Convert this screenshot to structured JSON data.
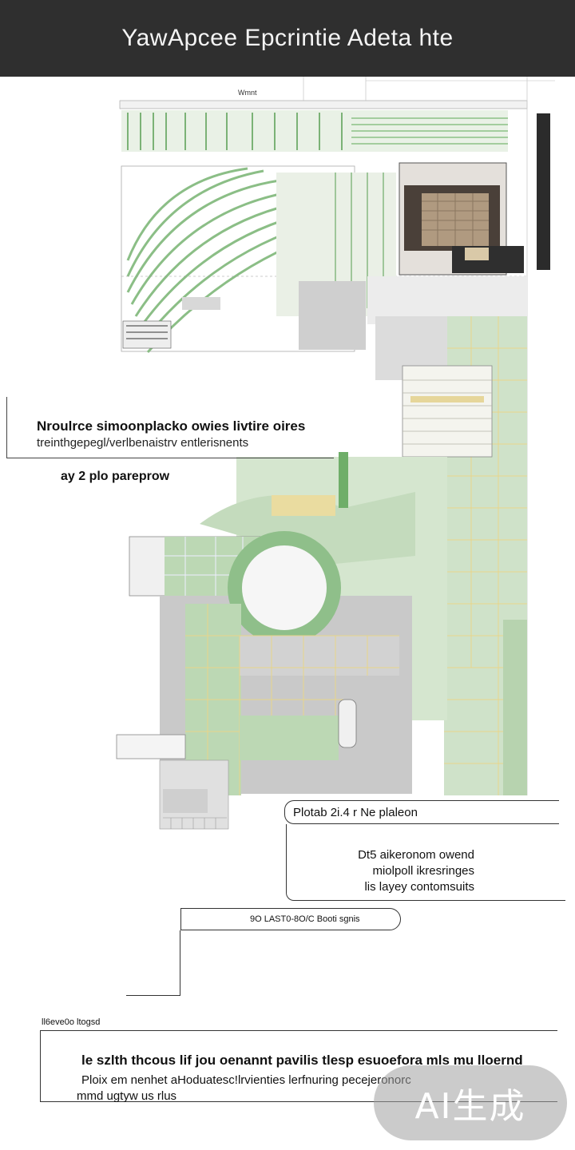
{
  "header": {
    "title": "YawApcee  Epcrintie Adeta hte"
  },
  "plan": {
    "top_label": "Wmnt"
  },
  "callout1": {
    "title": "Nroulrce simoonplacko owies livtire oires",
    "subtitle": "treinthgepegl/verlbenaistrv entlerisnents",
    "note": "ay 2  plo pareprow"
  },
  "callout2": {
    "label": "Plotab 2i.4 r Ne plaleon",
    "lines": [
      "Dt5 aikeronom owend",
      "miolpoll ikresringes",
      "lis layey contomsuits"
    ]
  },
  "callout3": {
    "label": "9O LAST0-8O/C Booti sgnis"
  },
  "callout4": {
    "label": "ll6eve0o ltogsd",
    "title": "le szlth thcous lif jou oenannt pavilis tlesp esuoefora mls mu lloernd",
    "sub1": "Ploix  em nenhet aHoduatesc!lrvienties lerfnuring pecejeronorc",
    "sub2": "mmd ugtyw us rlus"
  },
  "watermark": {
    "text": "AI生成"
  },
  "colors": {
    "green": "#8fbf8a",
    "gray": "#cfcfcf",
    "dark": "#2f2f2f",
    "yellow": "#e8d58a"
  }
}
